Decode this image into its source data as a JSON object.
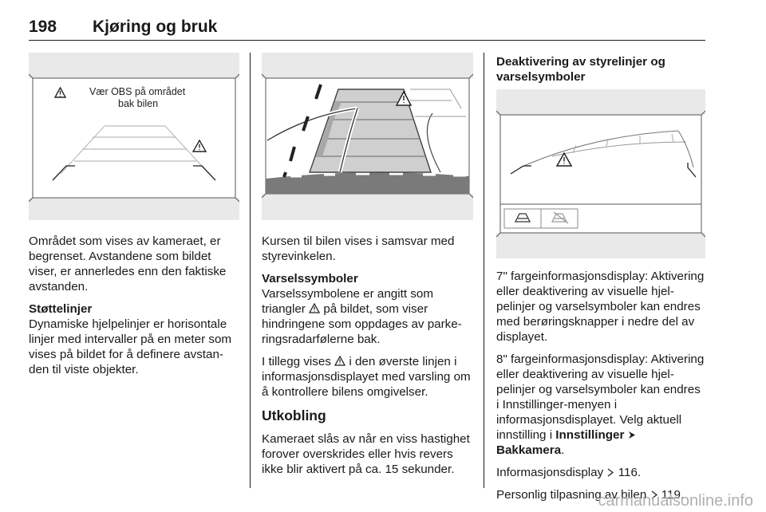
{
  "header": {
    "page_number": "198",
    "chapter": "Kjøring og bruk"
  },
  "figures": {
    "fig1_label_line1": "Vær OBS på området",
    "fig1_label_line2": "bak bilen"
  },
  "col1": {
    "p1": "Området som vises av kameraet, er begrenset. Avstandene som bildet viser, er annerledes enn den faktiske avstanden.",
    "h_stottelinjer": "Støttelinjer",
    "p2": "Dynamiske hjelpelinjer er horisontale linjer med intervaller på en meter som vises på bildet for å definere avstan­den til viste objekter."
  },
  "col2": {
    "p1": "Kursen til bilen vises i samsvar med styrevinkelen.",
    "h_varsel": "Varselssymboler",
    "p2a": "Varselssymbolene er angitt som triangler ",
    "p2b": " på bildet, som viser hindringene som oppdages av parke­ringsradarfølerne bak.",
    "p3a": "I tillegg vises ",
    "p3b": " i den øverste linjen i informasjonsdisplayet med varsling om å kontrollere bilens omgivelser.",
    "h_utkobling": "Utkobling",
    "p4": "Kameraet slås av når en viss hastig­het forover overskrides eller hvis revers ikke blir aktivert på ca. 15 sekunder."
  },
  "col3": {
    "heading": "Deaktivering av styrelinjer og varselsymboler",
    "p1": "7\" fargeinformasjonsdisplay: Aktive­ring eller deaktivering av visuelle hjel­pelinjer og varselsymboler kan endres med berøringsknapper i nedre del av displayet.",
    "p2a": "8\" fargeinformasjonsdisplay: Aktive­ring eller deaktivering av visuelle hjel­pelinjer og varselsymboler kan endres i Innstillinger-menyen i informasjonsdisplayet. Velg aktuell innstilling i ",
    "p2_menu1": "Innstillinger",
    "p2_menu2": "Bakkamera",
    "p2_end": ".",
    "p3a": "Informasjonsdisplay ",
    "p3_ref": "116",
    "p3_end": ".",
    "p4a": "Personlig tilpasning av bilen ",
    "p4_ref": "119",
    "p4_end": "."
  },
  "watermark": "carmanualsonline.info"
}
